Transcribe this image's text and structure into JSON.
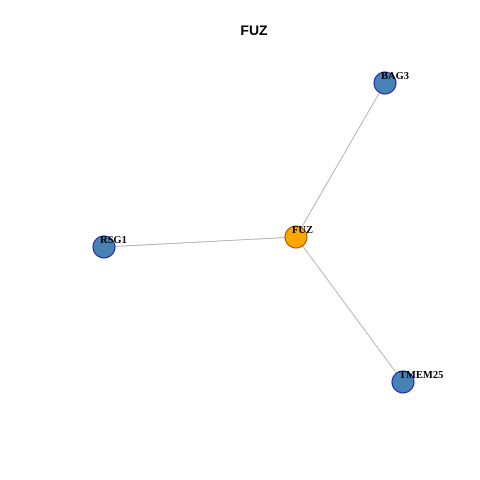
{
  "title": "FUZ",
  "colors": {
    "center_node": "#FFA500",
    "center_node_stroke": "#8B5A00",
    "neighbor_node": "#4682B4",
    "neighbor_node_stroke": "#1A1AAF",
    "edge": "#A6A6A6"
  },
  "network": {
    "nodes": [
      {
        "id": "FUZ",
        "label": "FUZ",
        "role": "center"
      },
      {
        "id": "BAG3",
        "label": "BAG3",
        "role": "neighbor"
      },
      {
        "id": "RSG1",
        "label": "RSG1",
        "role": "neighbor"
      },
      {
        "id": "TMEM25",
        "label": "TMEM25",
        "role": "neighbor"
      }
    ],
    "edges": [
      {
        "source": "FUZ",
        "target": "BAG3"
      },
      {
        "source": "FUZ",
        "target": "RSG1"
      },
      {
        "source": "FUZ",
        "target": "TMEM25"
      }
    ]
  }
}
